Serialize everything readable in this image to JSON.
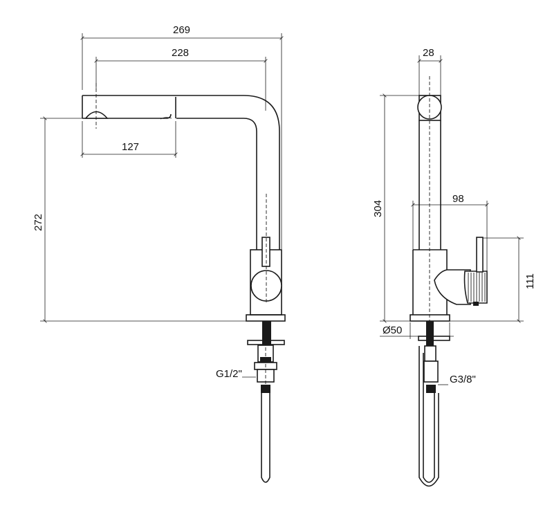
{
  "side_view": {
    "dim_total_reach": "269",
    "dim_spout_reach": "228",
    "dim_handspray": "127",
    "dim_height": "272",
    "thread_label": "G1/2\""
  },
  "front_view": {
    "dim_width": "28",
    "dim_height": "304",
    "dim_lever": "98",
    "dim_lever_height": "111",
    "dim_base": "Ø50",
    "thread_label": "G3/8\""
  }
}
